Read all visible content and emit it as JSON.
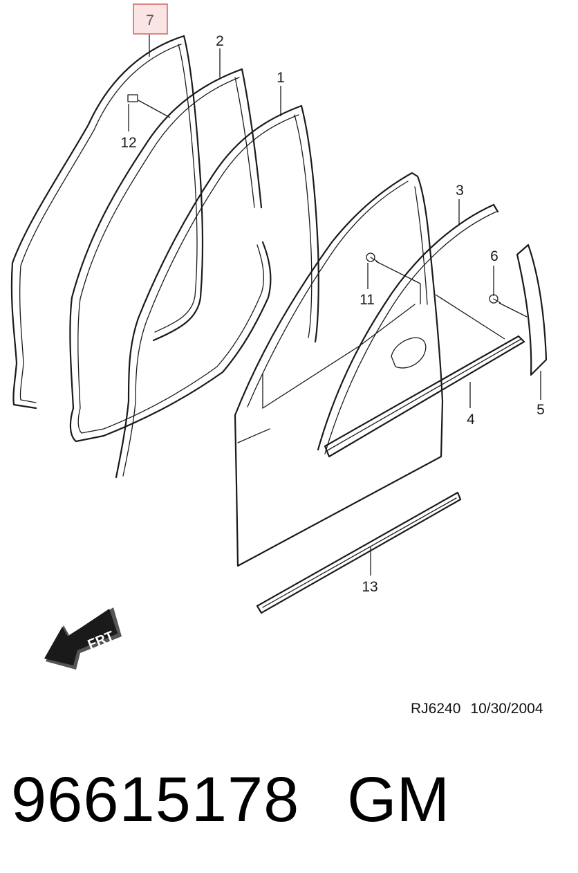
{
  "diagram": {
    "callouts": {
      "c1": "1",
      "c2": "2",
      "c3": "3",
      "c4": "4",
      "c5": "5",
      "c6": "6",
      "c7": "7",
      "c11": "11",
      "c12": "12",
      "c13": "13"
    },
    "highlighted_callout": "7",
    "highlight_color": "#fbe4e4",
    "direction_arrow_label": "FRT",
    "ref_code": "RJ6240",
    "ref_date": "10/30/2004"
  },
  "part": {
    "number": "96615178",
    "brand": "GM"
  }
}
